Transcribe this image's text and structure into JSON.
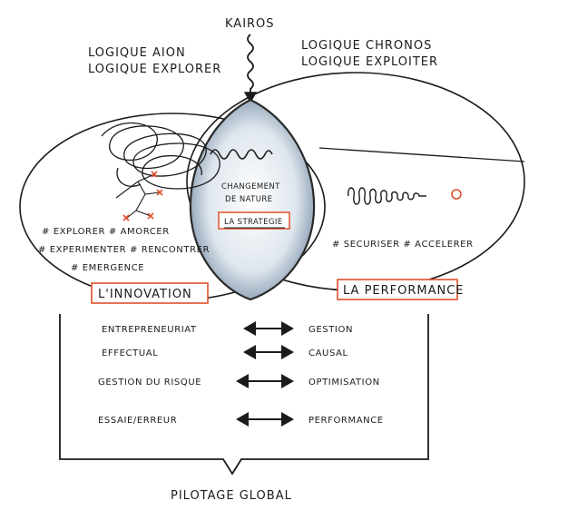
{
  "diagram": {
    "top_label": "KAIROS",
    "left_header": [
      "LOGIQUE AION",
      "LOGIQUE EXPLORER"
    ],
    "right_header": [
      "LOGIQUE CHRONOS",
      "LOGIQUE EXPLOITER"
    ],
    "center": {
      "lines": [
        "CHANGEMENT",
        "DE NATURE"
      ],
      "boxed": "LA STRATEGIE"
    },
    "left_tags": [
      "# EXPLORER  # AMORCER",
      "# EXPERIMENTER # RENCONTRER",
      "# EMERGENCE"
    ],
    "left_box": "L'INNOVATION",
    "right_tags": "# SECURISER  # ACCELERER",
    "right_box": "LA PERFORMANCE",
    "pairs": [
      {
        "left": "ENTREPRENEURIAT",
        "right": "GESTION"
      },
      {
        "left": "EFFECTUAL",
        "right": "CAUSAL"
      },
      {
        "left": "GESTION DU RISQUE",
        "right": "OPTIMISATION"
      },
      {
        "left": "ESSAIE/ERREUR",
        "right": "PERFORMANCE"
      }
    ],
    "bottom_label": "PILOTAGE GLOBAL",
    "colors": {
      "ink": "#1b1b1b",
      "accent_box": "#e0502a",
      "lens_fill": "#8fa4b8"
    }
  }
}
